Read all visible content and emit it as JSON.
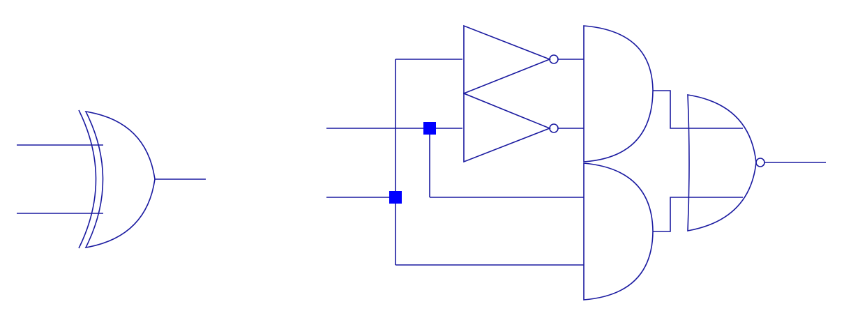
{
  "colors": {
    "background": "#ffffff",
    "line": "#1a1aa0",
    "junction": "#0000ff"
  },
  "diagram": {
    "type": "logic-circuit",
    "symbols": [
      "xor-gate",
      "not-gate",
      "not-gate",
      "and-gate",
      "and-gate",
      "nand-gate"
    ],
    "junction_count": 2
  }
}
